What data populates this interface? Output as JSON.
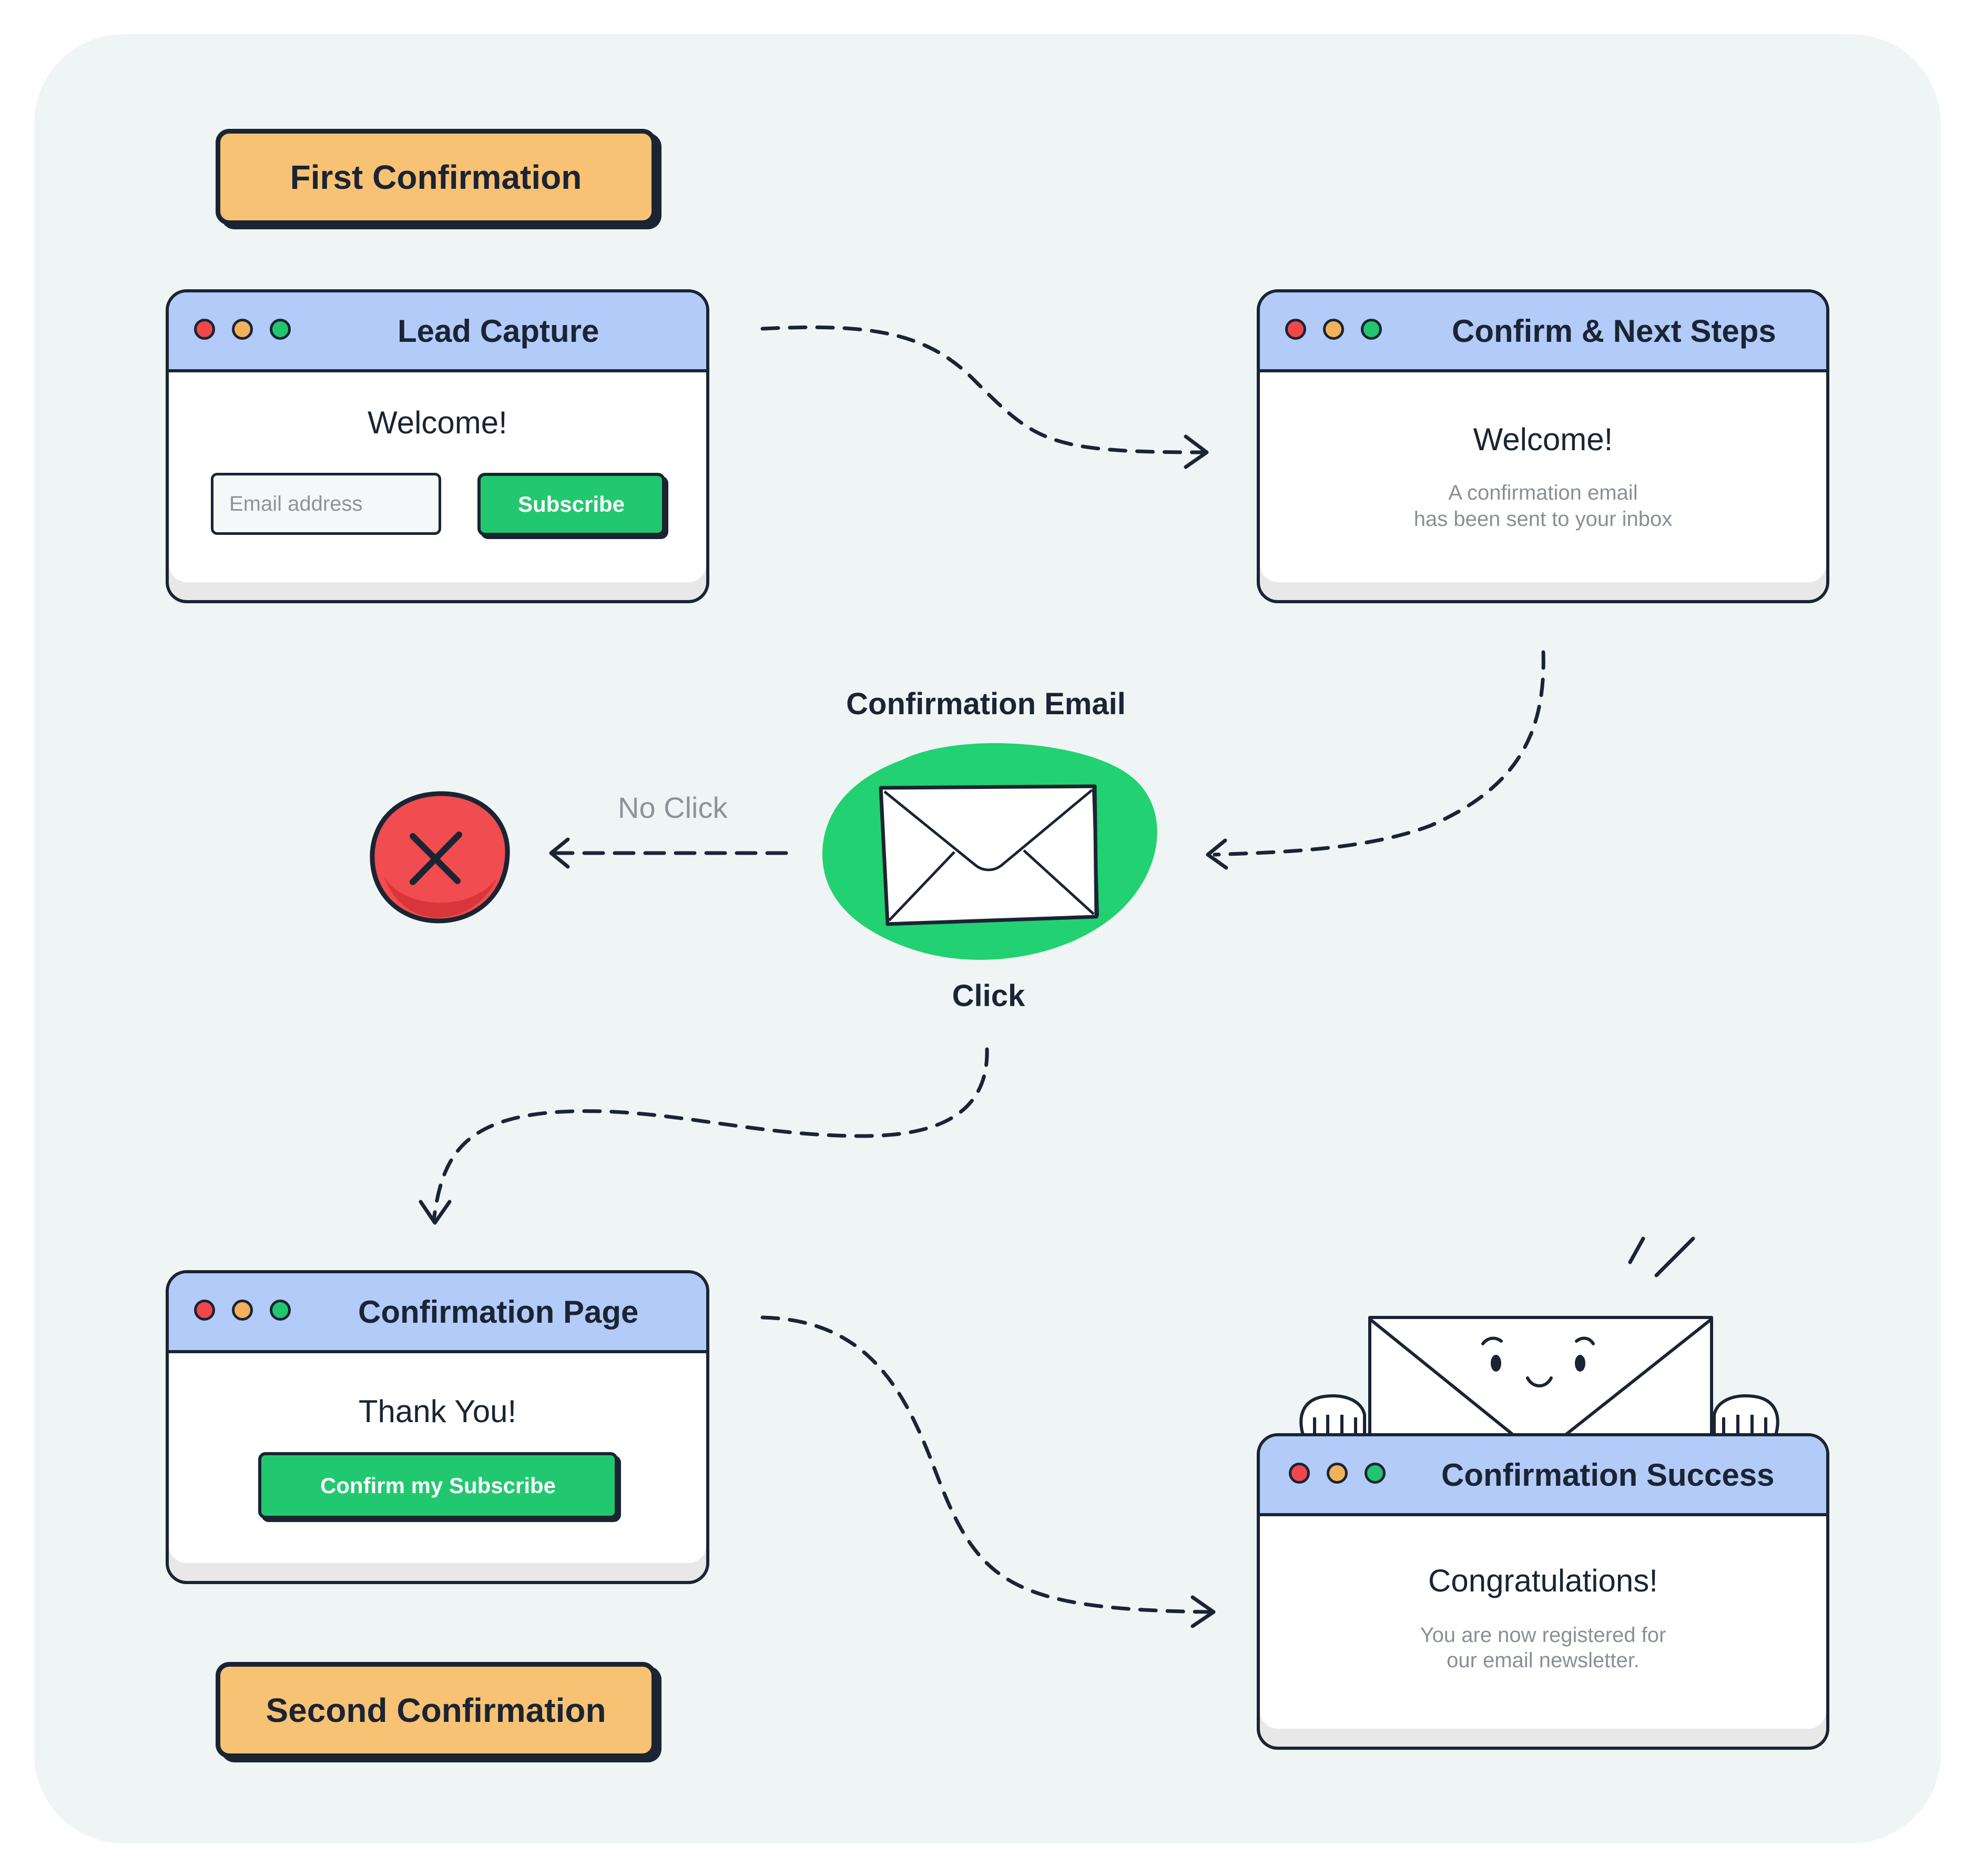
{
  "tags": {
    "first": "First Confirmation",
    "second": "Second Confirmation"
  },
  "windows": {
    "lead_capture": {
      "title": "Lead Capture",
      "heading": "Welcome!",
      "email_placeholder": "Email address",
      "subscribe_label": "Subscribe"
    },
    "confirm_next": {
      "title": "Confirm & Next Steps",
      "heading": "Welcome!",
      "line1": "A confirmation email",
      "line2": "has been sent to your inbox"
    },
    "confirmation_page": {
      "title": "Confirmation Page",
      "heading": "Thank You!",
      "button_label": "Confirm my Subscribe"
    },
    "confirmation_success": {
      "title": "Confirmation Success",
      "heading": "Congratulations!",
      "line1": "You are now registered for",
      "line2": "our email newsletter."
    }
  },
  "email_node": {
    "title": "Confirmation Email",
    "click_label": "Click",
    "no_click_label": "No Click"
  },
  "colors": {
    "background": "#eff5f5",
    "title_bar": "#b3cbf8",
    "tag": "#f7c273",
    "green": "#22c86f",
    "red": "#f0474a",
    "ink": "#1a2433"
  }
}
